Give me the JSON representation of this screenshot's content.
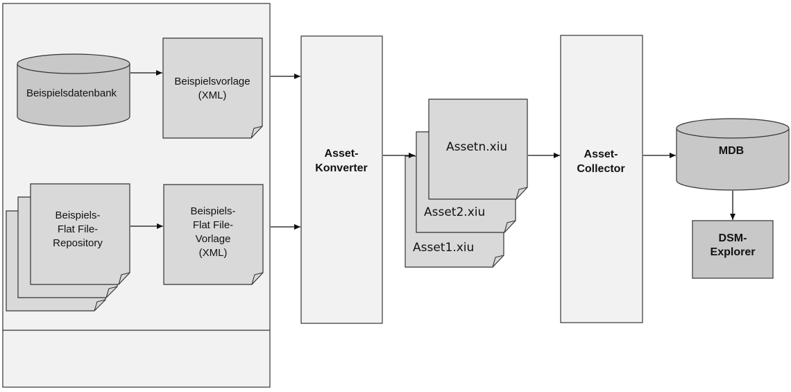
{
  "colors": {
    "panel": "#f2f2f2",
    "doc": "#d9d9d9",
    "process": "#f2f2f2",
    "db": "#c8c8c8",
    "explorer": "#c8c8c8",
    "stroke": "#333333"
  },
  "nodes": {
    "db_beispiel": "Beispielsdatenbank",
    "vorlage_xml": [
      "Beispielsvorlage",
      "(XML)"
    ],
    "flatfile_repo": [
      "Beispiels-",
      "Flat File-",
      "Repository"
    ],
    "flatfile_vorlage": [
      "Beispiels-",
      "Flat File-",
      "Vorlage",
      "(XML)"
    ],
    "asset_konverter": [
      "Asset-",
      "Konverter"
    ],
    "asset_n": "Assetn.xiu",
    "asset_2": "Asset2.xiu",
    "asset_1": "Asset1.xiu",
    "asset_collector": [
      "Asset-",
      "Collector"
    ],
    "mdb": "MDB",
    "dsm_explorer": [
      "DSM-",
      "Explorer"
    ]
  }
}
